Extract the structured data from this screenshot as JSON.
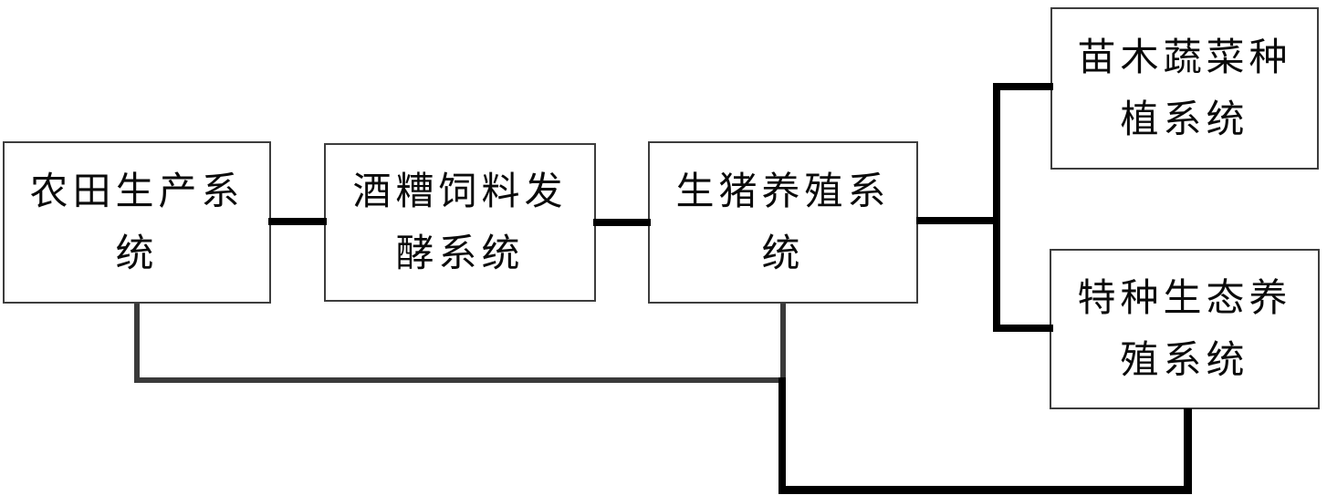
{
  "diagram": {
    "kind": "flowchart",
    "colors": {
      "background": "#ffffff",
      "primary_line": "#000000",
      "secondary_line": "#3a3a3a",
      "box_border": "#3d3d3d",
      "text": "#0a0a0a"
    },
    "nodes": [
      {
        "id": "farmland-production-system",
        "label": "农田生产系\n统"
      },
      {
        "id": "distillers-grain-feed-fermentation-system",
        "label": "酒糟饲料发\n酵系统"
      },
      {
        "id": "pig-breeding-system",
        "label": "生猪养殖系\n统"
      },
      {
        "id": "seedling-vegetable-planting-system",
        "label": "苗木蔬菜种\n植系统"
      },
      {
        "id": "special-ecological-breeding-system",
        "label": "特种生态养\n殖系统"
      }
    ],
    "edges": [
      {
        "from": "farmland-production-system",
        "to": "distillers-grain-feed-fermentation-system",
        "style": "thick-black"
      },
      {
        "from": "distillers-grain-feed-fermentation-system",
        "to": "pig-breeding-system",
        "style": "thick-black"
      },
      {
        "from": "pig-breeding-system",
        "to": "seedling-vegetable-planting-system",
        "style": "thick-black-branch"
      },
      {
        "from": "pig-breeding-system",
        "to": "special-ecological-breeding-system",
        "style": "thick-black-branch"
      },
      {
        "from": "farmland-production-system",
        "to": "pig-breeding-system",
        "style": "gray-bottom-feedback"
      },
      {
        "from": "pig-breeding-system",
        "to": "special-ecological-breeding-system",
        "style": "black-bottom-route"
      }
    ]
  }
}
